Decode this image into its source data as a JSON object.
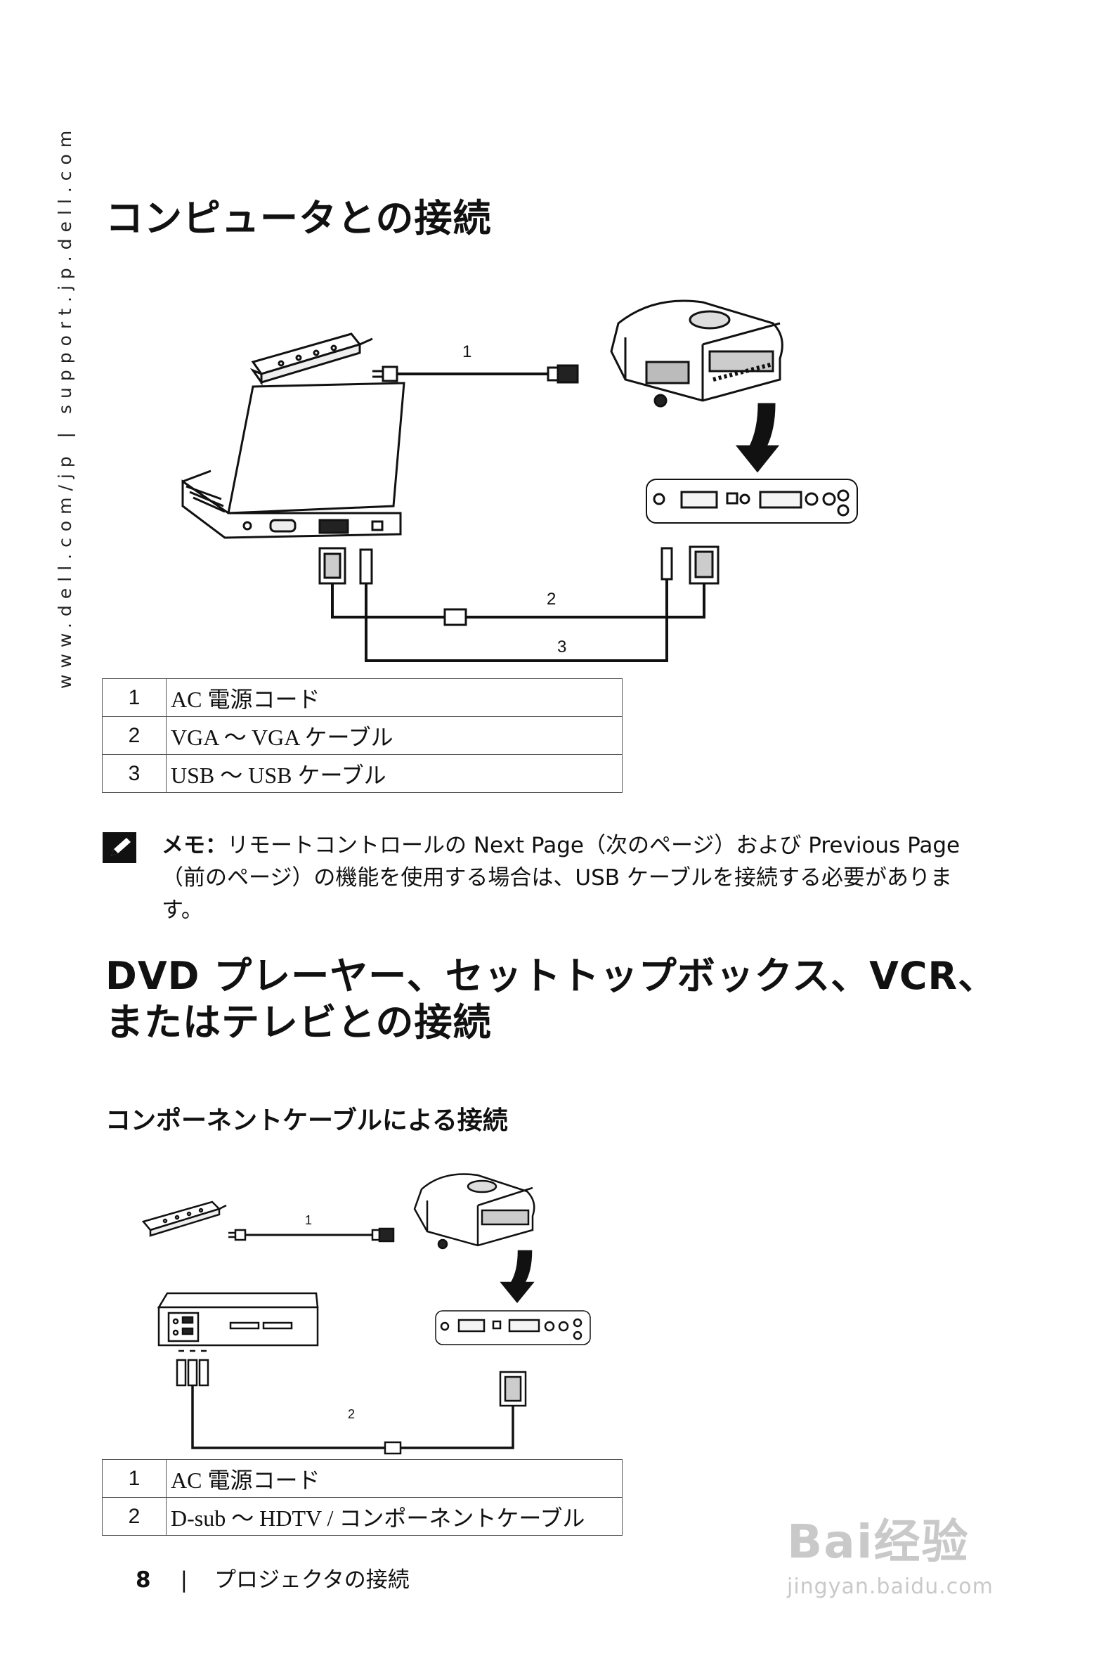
{
  "side_url": "www.dell.com/jp | support.jp.dell.com",
  "section1": {
    "title": "コンピュータとの接続",
    "diagram_labels": [
      "1",
      "2",
      "3"
    ],
    "legend": [
      {
        "num": "1",
        "desc": "AC 電源コード"
      },
      {
        "num": "2",
        "desc": "VGA ～ VGA ケーブル"
      },
      {
        "num": "3",
        "desc": "USB ～ USB ケーブル"
      }
    ]
  },
  "note": {
    "label": "メモ：",
    "text": "リモートコントロールの Next Page（次のページ）および Previous Page（前のページ）の機能を使用する場合は、USB ケーブルを接続する必要があります。"
  },
  "section2": {
    "title_line1": "DVD プレーヤー、セットトップボックス、VCR、",
    "title_line2": "またはテレビとの接続",
    "subtitle": "コンポーネントケーブルによる接続",
    "diagram_labels": [
      "1",
      "2"
    ],
    "legend": [
      {
        "num": "1",
        "desc": "AC 電源コード"
      },
      {
        "num": "2",
        "desc": "D-sub ～ HDTV / コンポーネントケーブル"
      }
    ]
  },
  "footer": {
    "page_number": "8",
    "separator": "|",
    "chapter": "プロジェクタの接続"
  },
  "watermark": {
    "main": "Bai经验",
    "sub": "jingyan.baidu.com"
  }
}
